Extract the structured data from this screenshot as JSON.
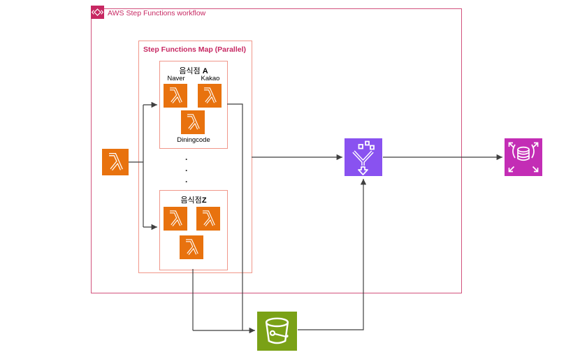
{
  "colors": {
    "pink": "#C72862",
    "outer_border": "#D2527D",
    "inner_border": "#F0978A",
    "lambda_orange": "#E8720E",
    "filter_purple": "#8952F0",
    "database_magenta": "#C32DB5",
    "bucket_green": "#7AA116",
    "line": "#3F3F3F",
    "text": "#000000"
  },
  "workflow_group": {
    "title": "AWS Step Functions workflow"
  },
  "map_group": {
    "title": "Step Functions Map (Parallel)",
    "ellipsis": "·\n·\n·"
  },
  "restaurant_a": {
    "title_prefix": "음식점 ",
    "title_suffix": "A",
    "lambda_labels": [
      "Naver",
      "Kakao",
      "Diningcode"
    ]
  },
  "restaurant_z": {
    "title_prefix": "음식점",
    "title_suffix": "Z"
  },
  "icons": {
    "workflow": "step-functions-icon",
    "invoker": "lambda-icon",
    "scrapers": "lambda-icon",
    "filter": "funnel-filter-icon",
    "database": "database-scaling-icon",
    "storage": "s3-bucket-icon"
  }
}
